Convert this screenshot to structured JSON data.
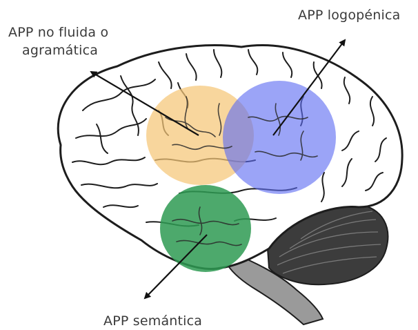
{
  "labels": {
    "nonfluent_line1": "APP no fluida o",
    "nonfluent_line2": "agramática",
    "logopenic": "APP logopénica",
    "semantic": "APP semántica"
  },
  "colors": {
    "nonfluent_region": "#f5c677",
    "logopenic_region": "#5d6cf2",
    "semantic_region": "#2e9a52",
    "cerebellum": "#3c3c3c",
    "brainstem": "#9a9a9a",
    "outline": "#1d1d1d"
  }
}
